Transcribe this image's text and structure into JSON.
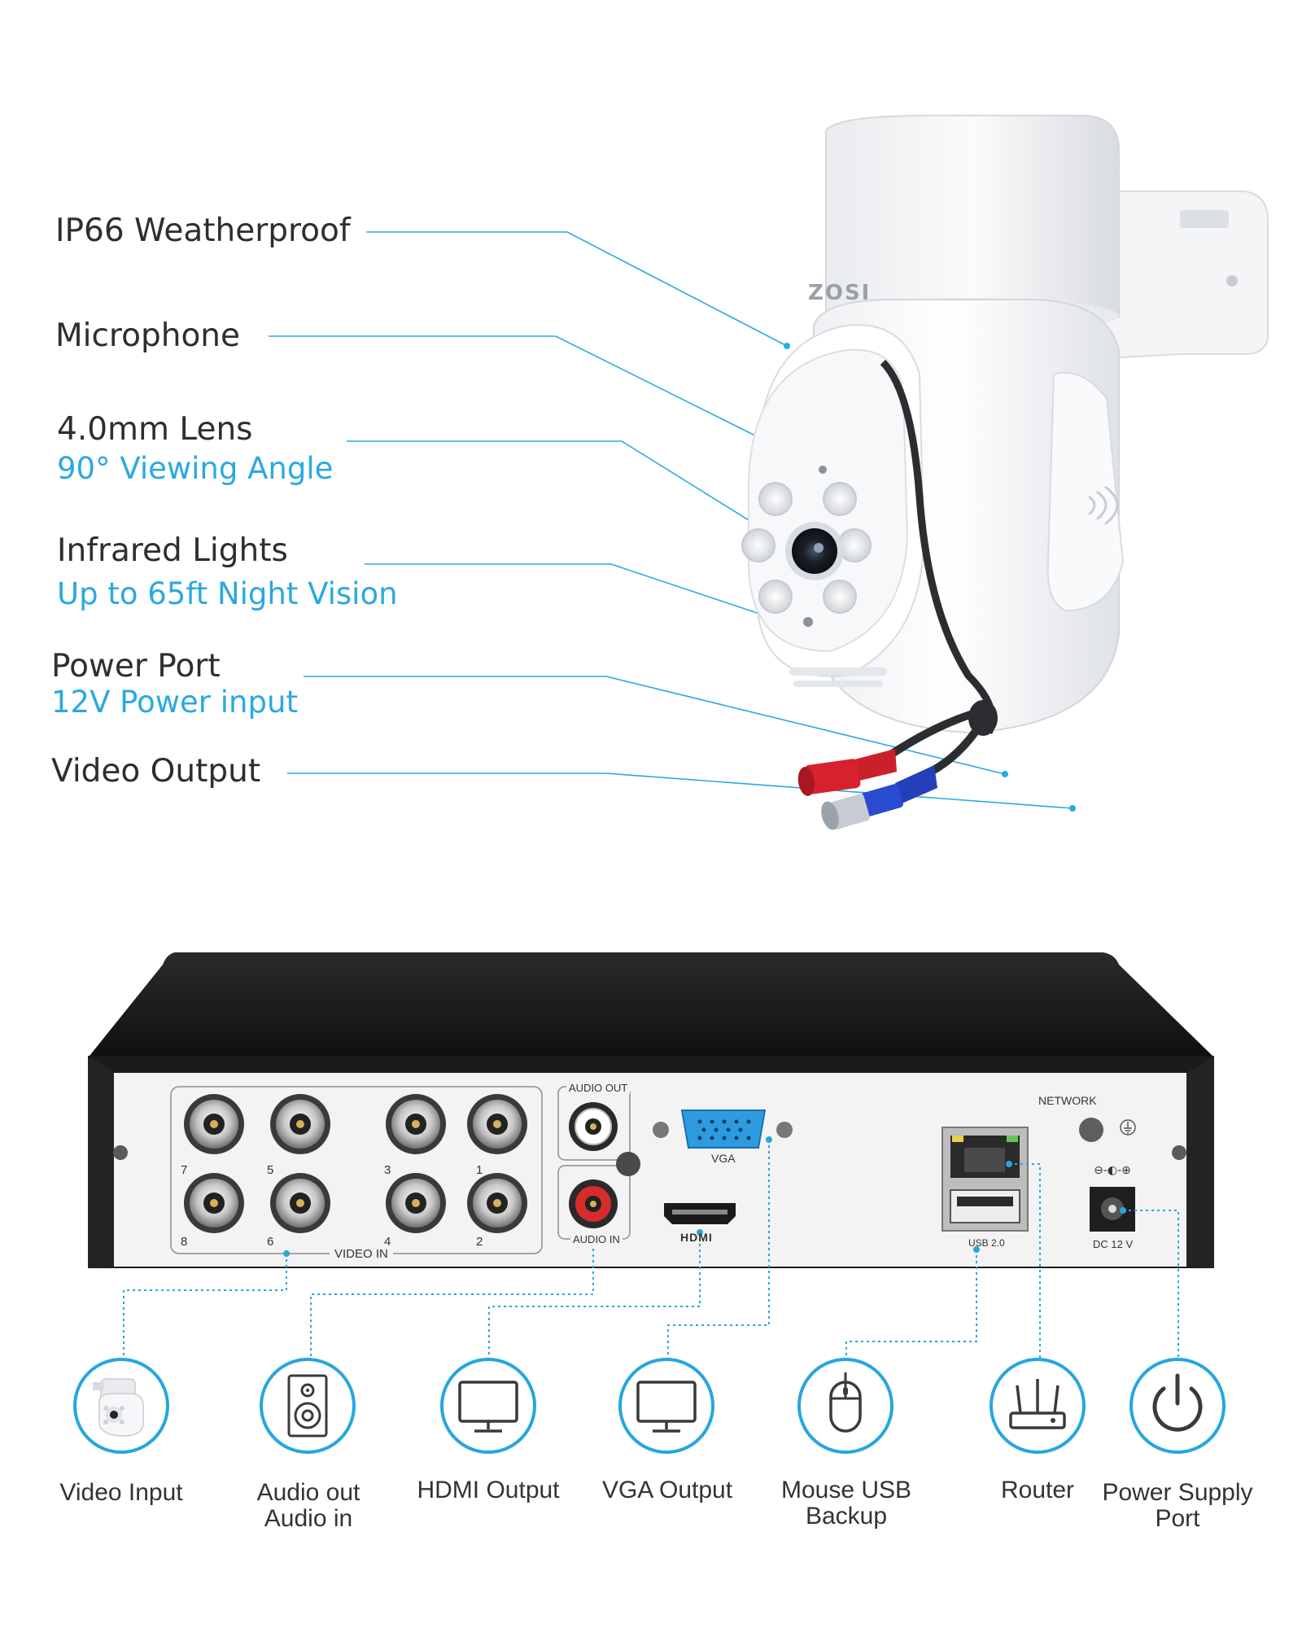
{
  "camera": {
    "brand": "ZOSI",
    "features": [
      {
        "title": "IP66 Weatherproof",
        "sub": ""
      },
      {
        "title": "Microphone",
        "sub": ""
      },
      {
        "title": "4.0mm Lens",
        "sub": "90° Viewing Angle"
      },
      {
        "title": "Infrared Lights",
        "sub": "Up to 65ft Night Vision"
      },
      {
        "title": "Power Port",
        "sub": "12V Power input"
      },
      {
        "title": "Video Output",
        "sub": ""
      }
    ]
  },
  "dvr": {
    "ports": {
      "audio_out": "AUDIO OUT",
      "audio_in": "AUDIO IN",
      "vga": "VGA",
      "hdmi": "HDMI",
      "network": "NETWORK",
      "usb": "USB 2.0",
      "dc": "DC 12 V",
      "video_in": "VIDEO IN",
      "channels": [
        "7",
        "5",
        "3",
        "1",
        "8",
        "6",
        "4",
        "2"
      ]
    },
    "connections": [
      {
        "icon": "camera-icon",
        "label1": "Video Input",
        "label2": ""
      },
      {
        "icon": "speaker-icon",
        "label1": "Audio out",
        "label2": "Audio in"
      },
      {
        "icon": "monitor-icon",
        "label1": "HDMI Output",
        "label2": ""
      },
      {
        "icon": "monitor-icon",
        "label1": "VGA Output",
        "label2": ""
      },
      {
        "icon": "mouse-icon",
        "label1": "Mouse USB",
        "label2": "Backup"
      },
      {
        "icon": "router-icon",
        "label1": "Router",
        "label2": ""
      },
      {
        "icon": "power-icon",
        "label1": "Power Supply",
        "label2": "Port"
      }
    ]
  },
  "colors": {
    "accent": "#27a6de",
    "text": "#2e2e2e",
    "dvr_body": "#1c1c1c",
    "panel": "#f2f2f2"
  }
}
